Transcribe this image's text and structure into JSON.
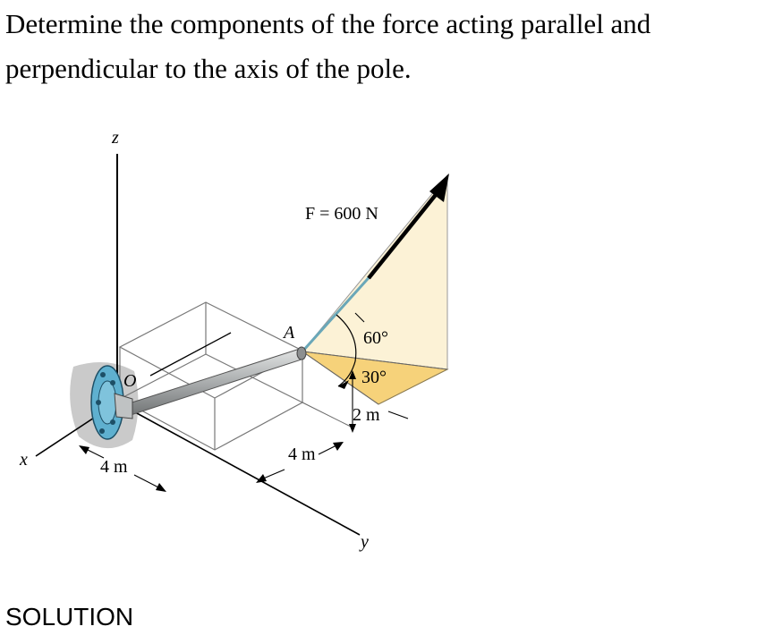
{
  "problem": {
    "text": "Determine the components of the force acting parallel and perpendicular to the axis of the pole."
  },
  "solution_heading": "SOLUTION",
  "diagram": {
    "axis_labels": {
      "x": "x",
      "y": "y",
      "z": "z"
    },
    "force_label": "F = 600 N",
    "point_A": "A",
    "point_O": "O",
    "angle_60": "60°",
    "angle_30": "30°",
    "dim_2m": "2 m",
    "dim_4m_x": "4 m",
    "dim_4m_y": "4 m",
    "colors": {
      "vertical_plane": "#fcf2d6",
      "horizontal_triangle": "#f6d27a",
      "flange": "#5fb0cf",
      "pole": "#b9bcbd",
      "wall_shadow": "#c8c8c8"
    }
  }
}
